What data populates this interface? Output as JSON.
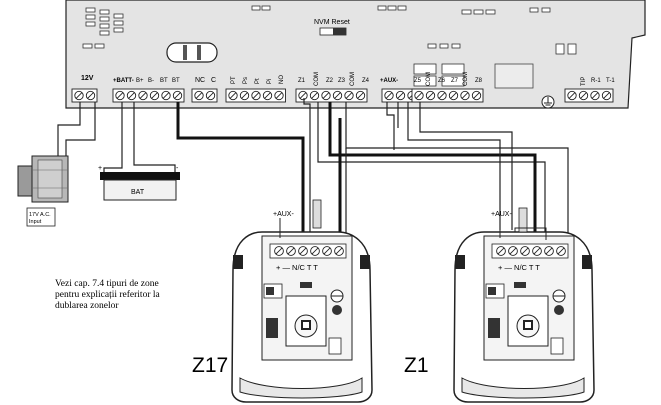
{
  "panel": {
    "nvm_reset": "NVM Reset",
    "terminals": [
      "12V",
      "+BATT-",
      "B+",
      "B-",
      "BT",
      "BT",
      "NC",
      "C",
      "PT",
      "Ps",
      "Pt",
      "Pi",
      "NO",
      "Z1",
      "COM",
      "Z2",
      "Z3",
      "COM",
      "Z4",
      "+AUX-",
      "Z5",
      "COM",
      "Z6",
      "Z7",
      "COM",
      "Z8",
      "TIP",
      "R-1",
      "T-1"
    ]
  },
  "transformer": {
    "label_line1": "17V A.C.",
    "label_line2": "Input"
  },
  "battery": {
    "label": "BAT",
    "plus": "+",
    "minus": "-"
  },
  "detectors": [
    {
      "id": "Z17",
      "aux_label": "+AUX-",
      "terminals": "+ — N/C T T"
    },
    {
      "id": "Z1",
      "aux_label": "+AUX-",
      "terminals": "+ — N/C T T"
    }
  ],
  "note": {
    "line1": "Vezi cap. 7.4 tipuri de zone",
    "line2": "pentru explicații referitor la",
    "line3": "dublarea zonelor"
  }
}
